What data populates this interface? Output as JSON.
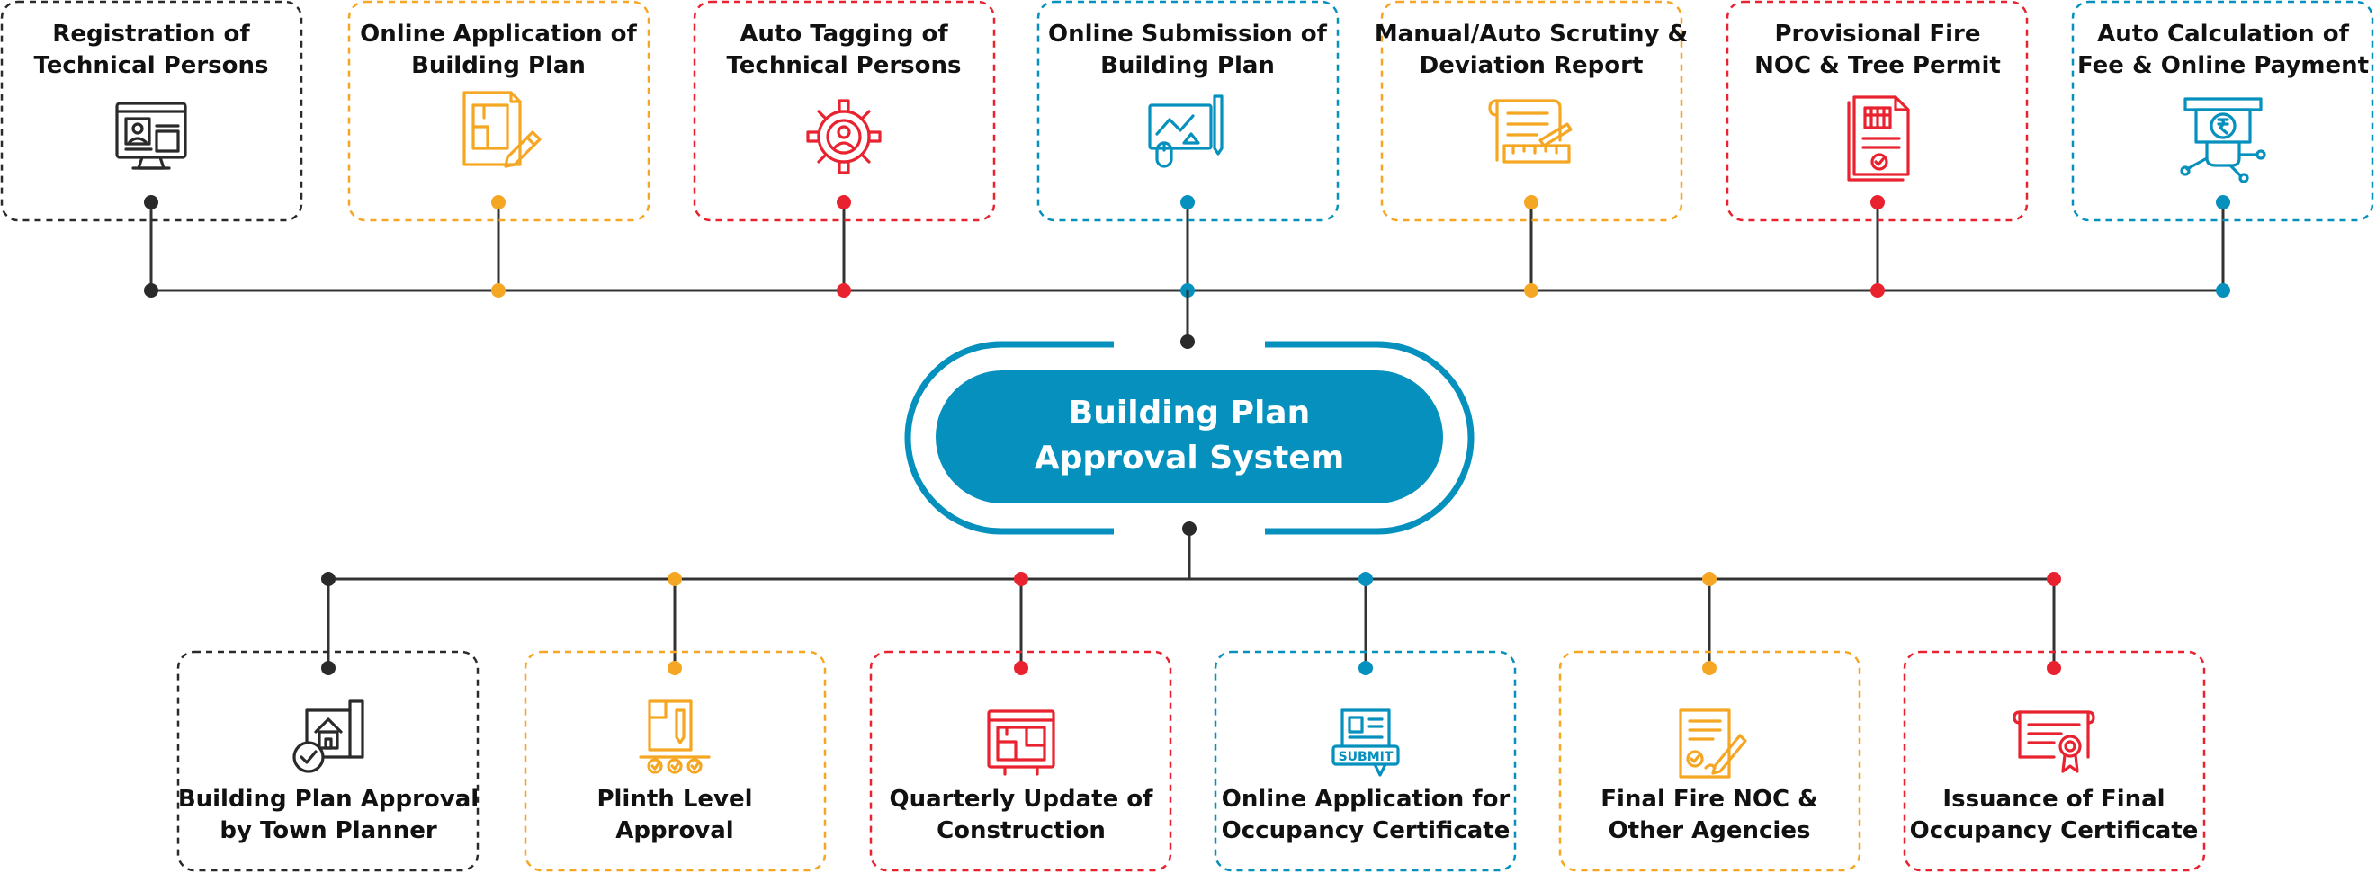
{
  "center": {
    "line1": "Building Plan",
    "line2": "Approval System",
    "color": "#0590be"
  },
  "colors": {
    "black": "#2a2a2a",
    "orange": "#f5a623",
    "red": "#e8232f",
    "blue": "#0590be",
    "line": "#333333"
  },
  "top_steps": [
    {
      "line1": "Registration of",
      "line2": "Technical Persons",
      "color": "black",
      "icon": "computer-profile-icon"
    },
    {
      "line1": "Online Application of",
      "line2": "Building Plan",
      "color": "orange",
      "icon": "blueprint-pencil-icon"
    },
    {
      "line1": "Auto Tagging of",
      "line2": "Technical Persons",
      "color": "red",
      "icon": "gear-person-icon"
    },
    {
      "line1": "Online Submission of",
      "line2": "Building Plan",
      "color": "blue",
      "icon": "drawing-mouse-icon"
    },
    {
      "line1": "Manual/Auto Scrutiny &",
      "line2": "Deviation Report",
      "color": "orange",
      "icon": "scroll-ruler-icon"
    },
    {
      "line1": "Provisional Fire",
      "line2": "NOC & Tree Permit",
      "color": "red",
      "icon": "permit-document-icon"
    },
    {
      "line1": "Auto Calculation of",
      "line2": "Fee & Online Payment",
      "color": "blue",
      "icon": "rupee-payment-icon"
    }
  ],
  "bottom_steps": [
    {
      "line1": "Building Plan Approval",
      "line2": "by Town Planner",
      "color": "black",
      "icon": "house-plan-approved-icon"
    },
    {
      "line1": "Plinth Level",
      "line2": "Approval",
      "color": "orange",
      "icon": "plinth-level-icon"
    },
    {
      "line1": "Quarterly Update of",
      "line2": "Construction",
      "color": "red",
      "icon": "construction-plan-icon"
    },
    {
      "line1": "Online Application for",
      "line2": "Occupancy Certificate",
      "color": "blue",
      "icon": "submit-form-icon"
    },
    {
      "line1": "Final Fire NOC &",
      "line2": "Other Agencies",
      "color": "orange",
      "icon": "signed-document-icon"
    },
    {
      "line1": "Issuance of Final",
      "line2": "Occupancy Certificate",
      "color": "red",
      "icon": "certificate-icon"
    }
  ]
}
